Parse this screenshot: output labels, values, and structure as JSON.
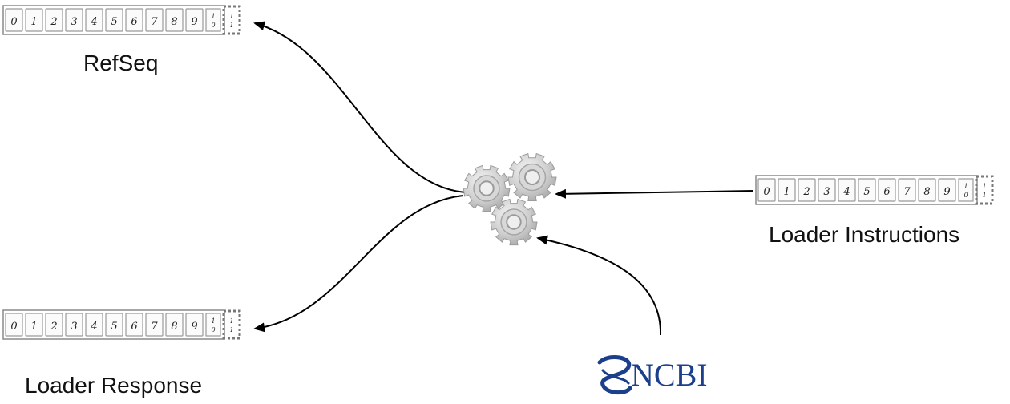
{
  "topics": {
    "refseq": {
      "label": "RefSeq",
      "cells": [
        "0",
        "1",
        "2",
        "3",
        "4",
        "5",
        "6",
        "7",
        "8",
        "9"
      ],
      "partial": [
        "1",
        "0",
        "1",
        "1"
      ]
    },
    "loader_instructions": {
      "label": "Loader Instructions",
      "cells": [
        "0",
        "1",
        "2",
        "3",
        "4",
        "5",
        "6",
        "7",
        "8",
        "9"
      ],
      "partial": [
        "1",
        "0",
        "1",
        "1"
      ]
    },
    "loader_response": {
      "label": "Loader Response",
      "cells": [
        "0",
        "1",
        "2",
        "3",
        "4",
        "5",
        "6",
        "7",
        "8",
        "9"
      ],
      "partial": [
        "1",
        "0",
        "1",
        "1"
      ]
    }
  },
  "processor": {
    "icon": "gears-icon"
  },
  "source": {
    "logo_text": "NCBI",
    "icon": "ncbi-helix-icon",
    "color": "#1b3f8b"
  }
}
